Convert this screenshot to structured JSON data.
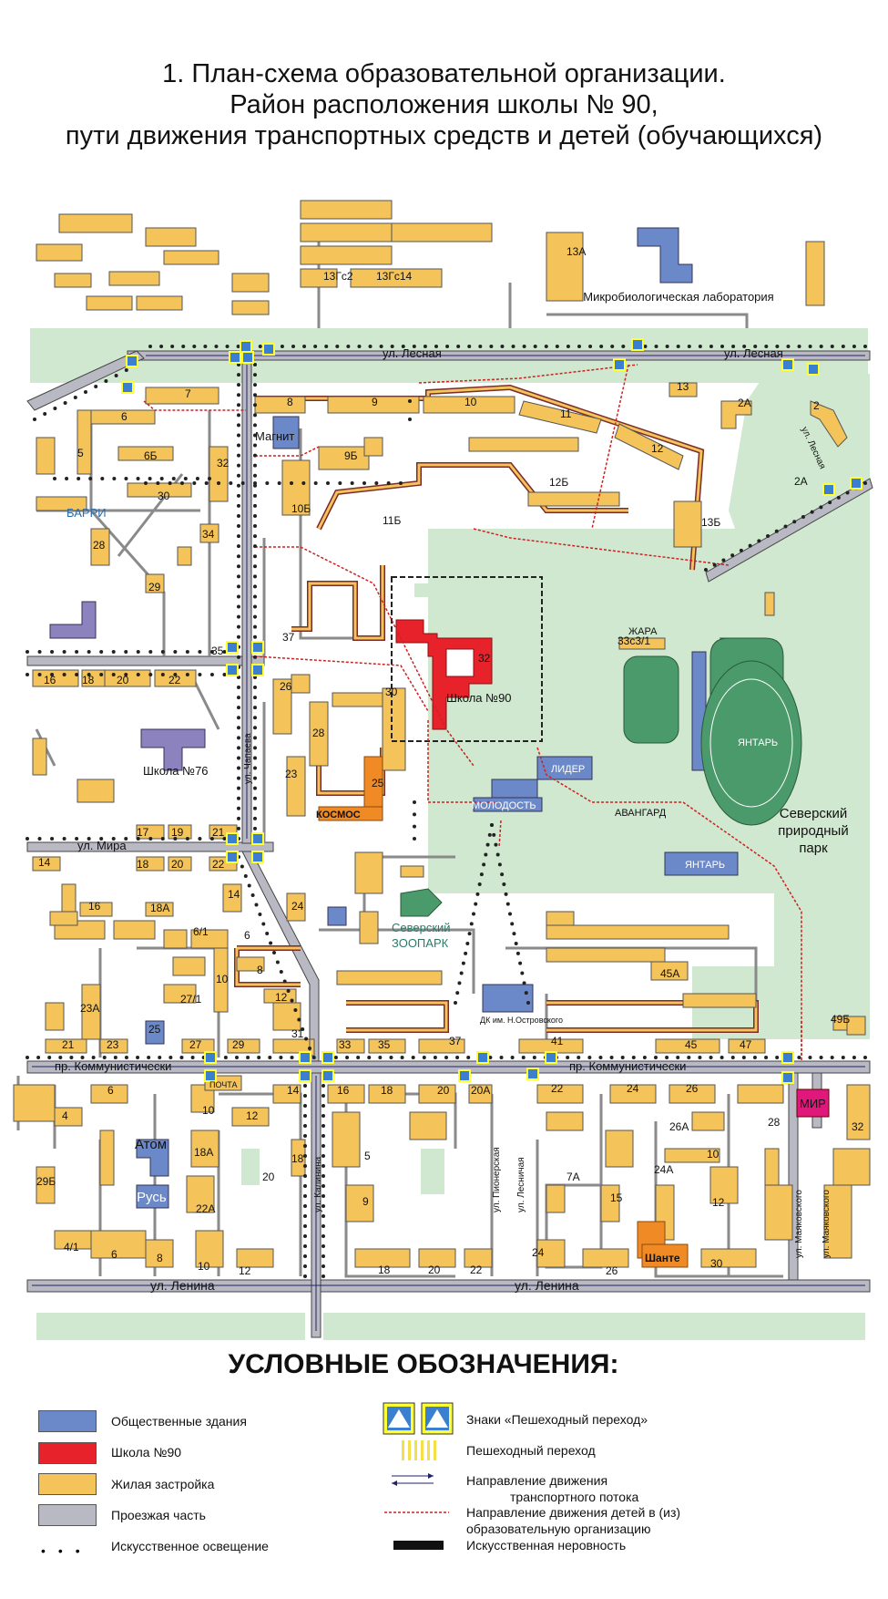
{
  "title": {
    "line1": "1. План-схема образовательной  организации.",
    "line2": "Район расположения школы № 90,",
    "line3": "пути движения транспортных средств и детей (обучающихся)"
  },
  "colors": {
    "public": "#6b88c8",
    "school": "#e8222b",
    "residential": "#f4c35a",
    "road": "#b9b9c4",
    "park": "#cfe8cf",
    "stadium": "#4a9a6b",
    "orange": "#f08a24",
    "magenta": "#e0187c",
    "purple": "#8c82be",
    "children_path": "#cc2222"
  },
  "streets": {
    "lesnaya_1": "ул. Лесная",
    "lesnaya_2": "ул. Лесная",
    "mira": "ул. Мира",
    "kommun_1": "пр. Коммунистически",
    "kommun_2": "пр. Коммунистически",
    "lenina_1": "ул. Ленина",
    "lenina_2": "ул. Ленина",
    "chapaeva": "ул. Чапаева",
    "lesnaya_diag": "ул. Лесная",
    "pionerskaya": "ул. Пионерская",
    "lesnichaya": "ул. Лесничая",
    "mayakovskogo_1": "ул. Маяковского",
    "mayakovskogo_2": "ул. Маяковского",
    "vert_lower": "ул. Калинина"
  },
  "places": {
    "mikrobio": "Микробиологическая лаборатория",
    "magnit": "Магнит",
    "barri": "БАРРИ",
    "school76": "Школа №76",
    "school90": "Школа №90",
    "kosmos": "КОСМОС",
    "lider": "ЛИДЕР",
    "molodost": "МОЛОДОСТЬ",
    "avangard": "АВАНГАРД",
    "yantar_stadium": "ЯНТАРЬ",
    "yantar_bldg": "ЯНТАРЬ",
    "zhara": "ЖАРА",
    "park": "Северский природный парк",
    "zoo1": "Северский",
    "zoo2": "ЗООПАРК",
    "dk": "ДК им. Н.Островского",
    "pochta": "ПОЧТА",
    "atom": "Атом",
    "rus": "Русь",
    "shante": "Шанте",
    "mir": "МИР"
  },
  "house_numbers": {
    "h13gc2": "13Гс2",
    "h13gc14": "13Гс14",
    "h13a": "13А",
    "h7": "7",
    "h6": "6",
    "h8": "8",
    "h9": "9",
    "h10": "10",
    "h11": "11",
    "h12": "12",
    "h13": "13",
    "h2a": "2А",
    "h2": "2",
    "h2a2": "2А",
    "h5": "5",
    "h6b": "6Б",
    "h32": "32",
    "h9b": "9Б",
    "h12b": "12Б",
    "h30": "30",
    "h10b": "10Б",
    "h11b": "11Б",
    "h13b": "13Б",
    "h28": "28",
    "h34": "34",
    "h29": "29",
    "h33c": "33с3/1",
    "h37": "37",
    "h35": "35",
    "h16": "16",
    "h18": "18",
    "h20": "20",
    "h22": "22",
    "h26": "26",
    "h30b": "30",
    "h28b": "28",
    "h23": "23",
    "h25": "25",
    "h32s": "32",
    "h17": "17",
    "h19": "19",
    "h21": "21",
    "h14": "14",
    "h18b": "18",
    "h20b": "20",
    "h22b": "22",
    "h16b": "16",
    "h18a": "18А",
    "h14b": "14",
    "h24": "24",
    "h6_1": "6/1",
    "h6b2": "6",
    "h10c": "10",
    "h8b": "8",
    "h27_1": "27/1",
    "h23a": "23А",
    "h12c": "12",
    "h31": "31",
    "h45a": "45А",
    "h49b": "49Б",
    "h21b": "21",
    "h23b": "23",
    "h25b": "25",
    "h27": "27",
    "h29b": "29",
    "h33": "33",
    "h35b": "35",
    "h37b": "37",
    "h41": "41",
    "h45": "45",
    "h47": "47",
    "h6c": "6",
    "h4": "4",
    "h10d": "10",
    "h12d": "12",
    "h14c": "14",
    "h16c": "16",
    "h18c": "18",
    "h20c": "20",
    "h20a": "20А",
    "h22c": "22",
    "h24b": "24",
    "h26b": "26",
    "h28c": "28",
    "h32b": "32",
    "h18ab": "18А",
    "h29bb": "29Б",
    "h22a": "22А",
    "h20d": "20",
    "h18d": "18",
    "h5b": "5",
    "h9c": "9",
    "h26a": "26А",
    "h24a": "24А",
    "h10e": "10",
    "h7a": "7А",
    "h15": "15",
    "h12e": "12",
    "h4_1": "4/1",
    "h6d": "6",
    "h8c": "8",
    "h10f": "10",
    "h12f": "12",
    "h18e": "18",
    "h20e": "20",
    "h22d": "22",
    "h24c": "24",
    "h26c": "26",
    "h30c": "30"
  },
  "legend": {
    "title": "УСЛОВНЫЕ ОБОЗНАЧЕНИЯ:",
    "public": "Общественные здания",
    "school": "Школа №90",
    "residential": "Жилая застройка",
    "road": "Проезжая часть",
    "lighting": "Искусственное освещение",
    "ped_signs": "Знаки «Пешеходный переход»",
    "crosswalk": "Пешеходный переход",
    "traffic_dir_1": "Направление движения",
    "traffic_dir_2": "транспортного потока",
    "kids_dir_1": "Направление движения детей  в (из)",
    "kids_dir_2": "образовательную организацию",
    "bump": "Искусственная неровность"
  }
}
